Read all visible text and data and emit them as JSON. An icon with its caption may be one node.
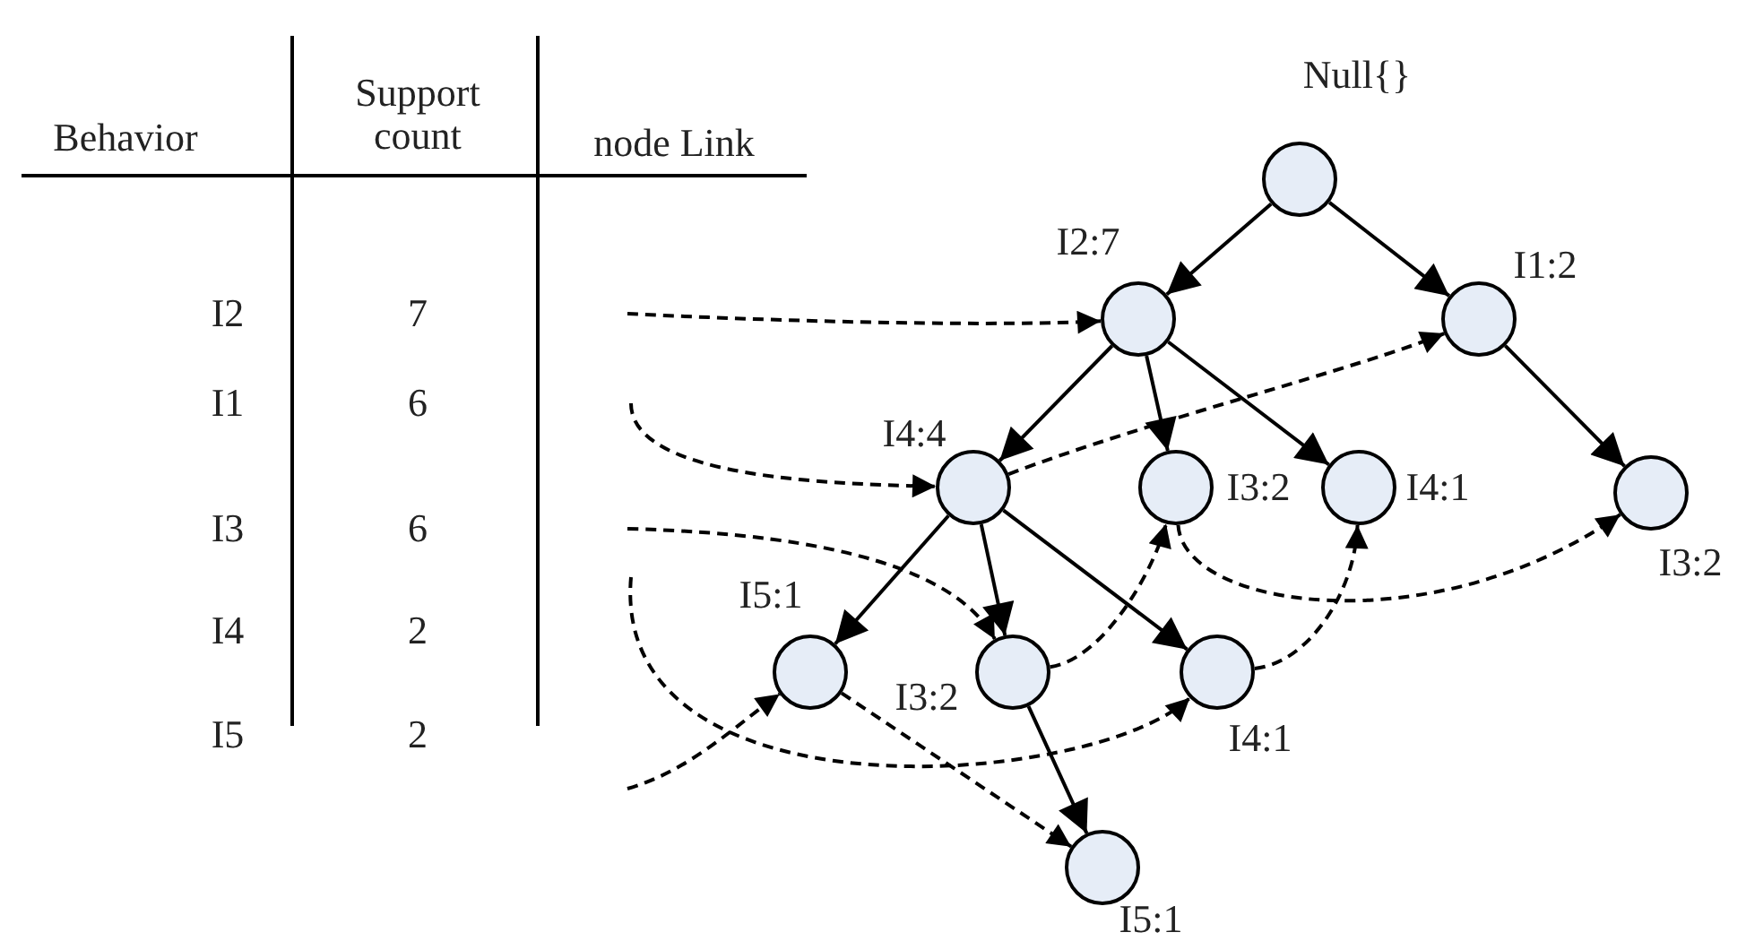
{
  "diagram": {
    "nodes": [
      {
        "text": [],
        "shape": "circle",
        "beside": [
          "Null{}"
        ]
      },
      {
        "text": [],
        "shape": "circle",
        "beside": [
          "I2:7"
        ]
      },
      {
        "text": [],
        "shape": "circle",
        "beside": [
          "I1:2"
        ]
      },
      {
        "text": [],
        "shape": "circle",
        "beside": [
          "I4:4"
        ]
      },
      {
        "text": [],
        "shape": "circle",
        "beside": [
          "I3:2"
        ]
      },
      {
        "text": [],
        "shape": "circle",
        "beside": [
          "I4:1"
        ]
      },
      {
        "text": [],
        "shape": "circle",
        "beside": [
          "I3:2"
        ]
      },
      {
        "text": [],
        "shape": "circle",
        "beside": [
          "I5:1"
        ]
      },
      {
        "text": [],
        "shape": "circle",
        "beside": [
          "I3:2"
        ]
      },
      {
        "text": [],
        "shape": "circle",
        "beside": [
          "I4:1"
        ]
      },
      {
        "text": [],
        "shape": "circle",
        "beside": [
          "I5:1"
        ]
      }
    ],
    "edges": [
      {
        "from": 0,
        "to": 1,
        "arrow": "to"
      },
      {
        "from": 0,
        "to": 2,
        "arrow": "to"
      },
      {
        "from": 1,
        "to": 3,
        "arrow": "to"
      },
      {
        "from": 1,
        "to": 4,
        "arrow": "to"
      },
      {
        "from": 1,
        "to": 5,
        "arrow": "to"
      },
      {
        "from": 2,
        "to": 6,
        "arrow": "to"
      },
      {
        "from": 3,
        "to": 7,
        "arrow": "to"
      },
      {
        "from": 3,
        "to": 8,
        "arrow": "to"
      },
      {
        "from": 3,
        "to": 9,
        "arrow": "to"
      },
      {
        "from": 8,
        "to": 10,
        "arrow": "to"
      },
      {
        "from": null,
        "to": 1,
        "arrow": "to",
        "style": "dashed"
      },
      {
        "from": null,
        "to": 3,
        "arrow": "to",
        "style": "dashed"
      },
      {
        "from": 3,
        "to": 2,
        "arrow": "to",
        "style": "dashed"
      },
      {
        "from": null,
        "to": 8,
        "arrow": "to",
        "style": "dashed"
      },
      {
        "from": 8,
        "to": 4,
        "arrow": "to",
        "style": "dashed"
      },
      {
        "from": 4,
        "to": 6,
        "arrow": "to",
        "style": "dashed"
      },
      {
        "from": null,
        "to": 9,
        "arrow": "to",
        "style": "dashed"
      },
      {
        "from": 9,
        "to": 5,
        "arrow": "to",
        "style": "dashed"
      },
      {
        "from": null,
        "to": 7,
        "arrow": "to",
        "style": "dashed"
      },
      {
        "from": 7,
        "to": 10,
        "arrow": "to",
        "style": "dashed"
      }
    ],
    "labels": [
      "Behavior",
      "Support count",
      "node Link",
      "I2",
      "7",
      "I1",
      "6",
      "I3",
      "6",
      "I4",
      "2",
      "I5",
      "2"
    ]
  }
}
